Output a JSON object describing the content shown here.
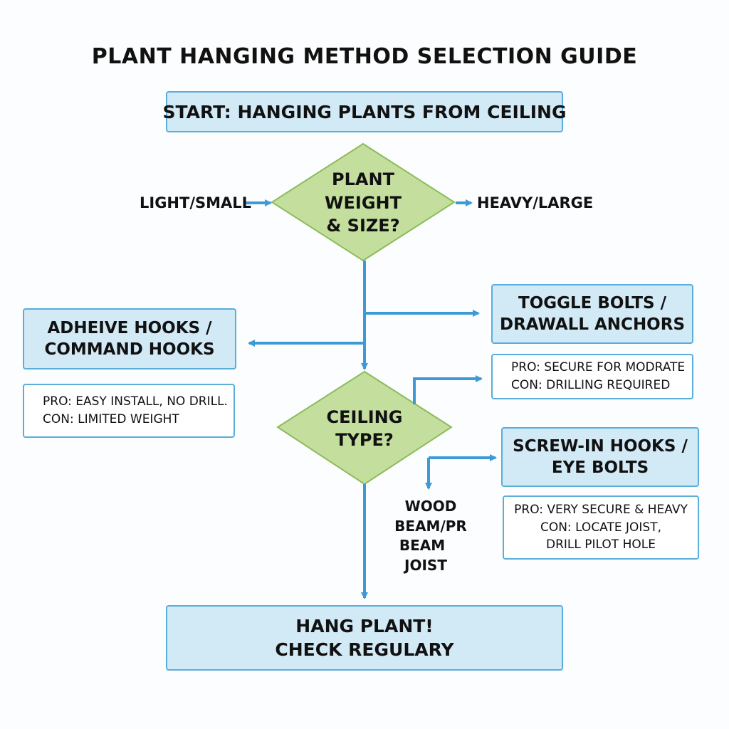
{
  "title": "PLANT HANGING METHOD SELECTION GUIDE",
  "colors": {
    "box_fill": "#d2e9f6",
    "box_border": "#5aaedb",
    "diamond_fill": "#c4de9e",
    "diamond_border": "#8cbc5a",
    "arrow": "#3d9ad6"
  },
  "start": {
    "text": "START: HANGING PLANTS FROM CEILING"
  },
  "decision_weight": {
    "lines": [
      "PLANT",
      "WEIGHT",
      "& SIZE?"
    ]
  },
  "branch_light": "LIGHT/SMALL",
  "branch_heavy": "HEAVY/LARGE",
  "adhesive": {
    "lines": [
      "ADHEIVE HOOKS /",
      "COMMAND HOOKS"
    ],
    "pro": "PRO: EASY INSTALL, NO DRILL.",
    "con": "CON: LIMITED WEIGHT"
  },
  "toggle": {
    "lines": [
      "TOGGLE BOLTS /",
      "DRAWALL ANCHORS"
    ],
    "pro": "PRO: SECURE FOR MODRATE",
    "con": "CON: DRILLING REQUIRED"
  },
  "decision_ceiling": {
    "lines": [
      "CEILING",
      "TYPE?"
    ]
  },
  "screw": {
    "lines": [
      "SCREW-IN HOOKS /",
      "EYE BOLTS"
    ],
    "pro": "PRO: VERY SECURE & HEAVY",
    "con_lines": [
      "CON: LOCATE JOIST,",
      "DRILL PILOT HOLE"
    ]
  },
  "branch_wood": {
    "lines": [
      "WOOD BEAM/PR",
      "BEAM",
      "JOIST"
    ]
  },
  "end": {
    "lines": [
      "HANG PLANT!",
      "CHECK REGULARY"
    ]
  }
}
